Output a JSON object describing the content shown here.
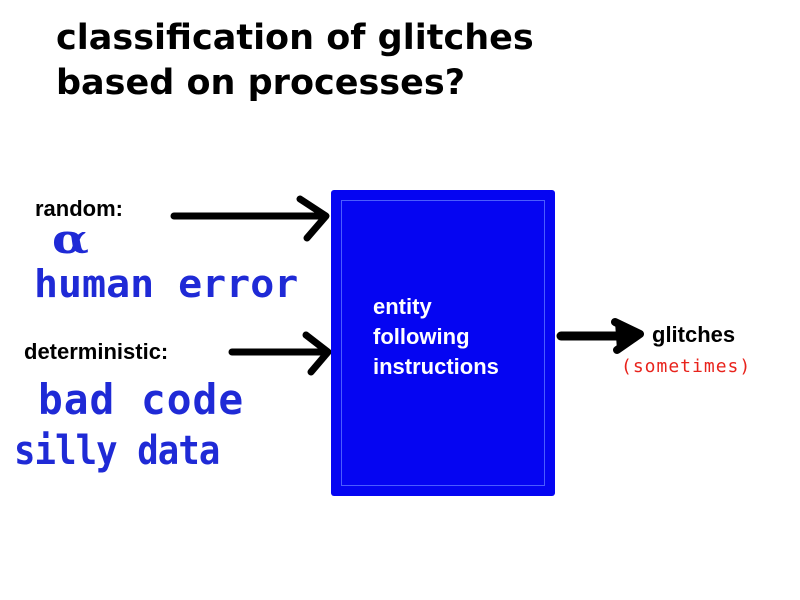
{
  "title": {
    "line1": "classification of glitches",
    "line2": "based on processes?"
  },
  "inputs": {
    "random": {
      "label": "random:",
      "notes": [
        "α",
        "human error"
      ]
    },
    "deterministic": {
      "label": "deterministic:",
      "notes": [
        "bad code",
        "silly data"
      ]
    }
  },
  "entity": {
    "lines": [
      "entity",
      "following",
      "instructions"
    ]
  },
  "output": {
    "label": "glitches",
    "note": "(sometimes)"
  },
  "colors": {
    "box": "#0505f2",
    "handwriting_blue": "#1f2ad6",
    "handwriting_red": "#e8231c",
    "arrows": "#000000"
  }
}
